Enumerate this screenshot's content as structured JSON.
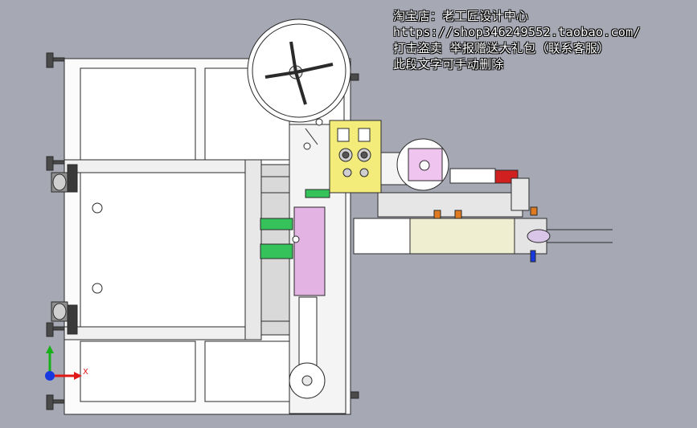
{
  "watermark": {
    "line1": "淘宝店：老工匠设计中心",
    "line2": "https://shop346249552.taobao.com/",
    "line3": "打击盗卖 举报赠送大礼包（联系客服）",
    "line4": "此段文字可手动删除"
  },
  "axis_triad": {
    "x_label": "X",
    "x_color": "#e01818",
    "y_color": "#18b018",
    "z_color": "#1838e0"
  },
  "colors": {
    "background": "#a6a9b4",
    "frame": "#ffffff",
    "outline": "#2a2a2a",
    "control_panel": "#f3ec7a",
    "magenta_plate": "#e3b4e3",
    "green_part": "#36c25a",
    "red_part": "#d12020",
    "orange_part": "#e07a20",
    "light_part": "#efeed0"
  }
}
